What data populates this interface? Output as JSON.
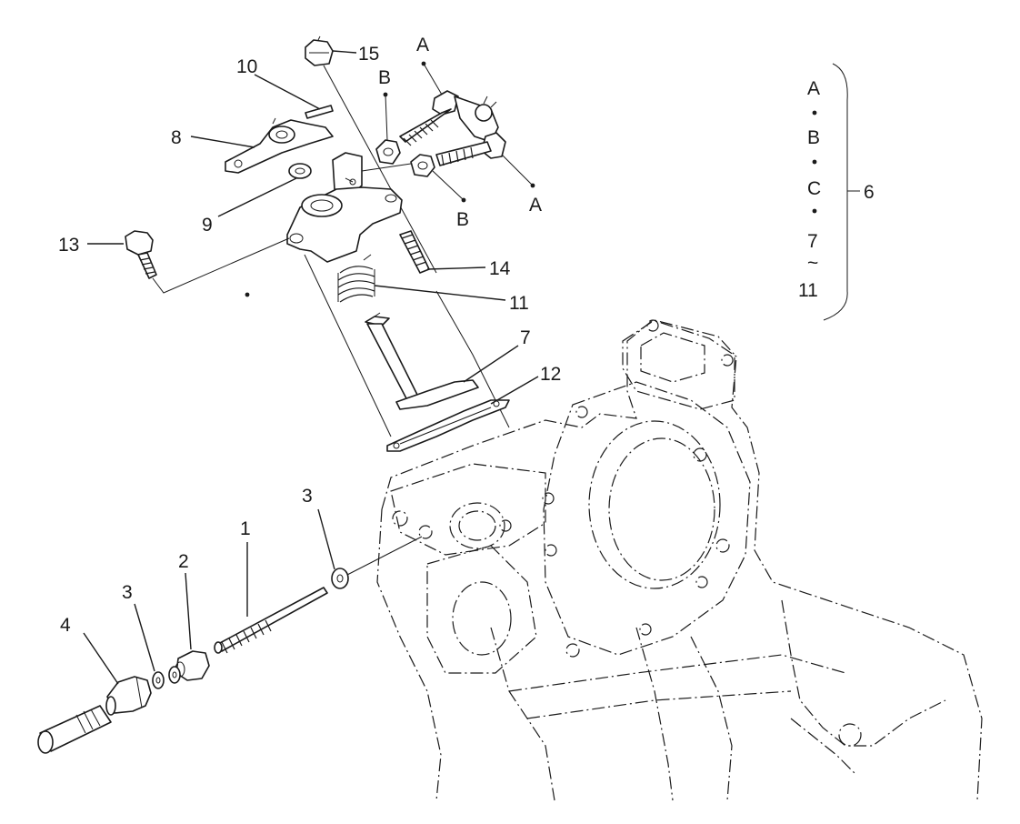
{
  "callouts": {
    "c1": "1",
    "c2": "2",
    "c3a": "3",
    "c3b": "3",
    "c4": "4",
    "c7": "7",
    "c8": "8",
    "c9": "9",
    "c10": "10",
    "c11": "11",
    "c12": "12",
    "c13": "13",
    "c14": "14",
    "c15": "15",
    "cA1": "A",
    "cA2": "A",
    "cB1": "B",
    "cB2": "B"
  },
  "legend": {
    "items": [
      "A",
      "B",
      "C",
      "7",
      "11"
    ],
    "range_mark": "~",
    "group": "6"
  }
}
